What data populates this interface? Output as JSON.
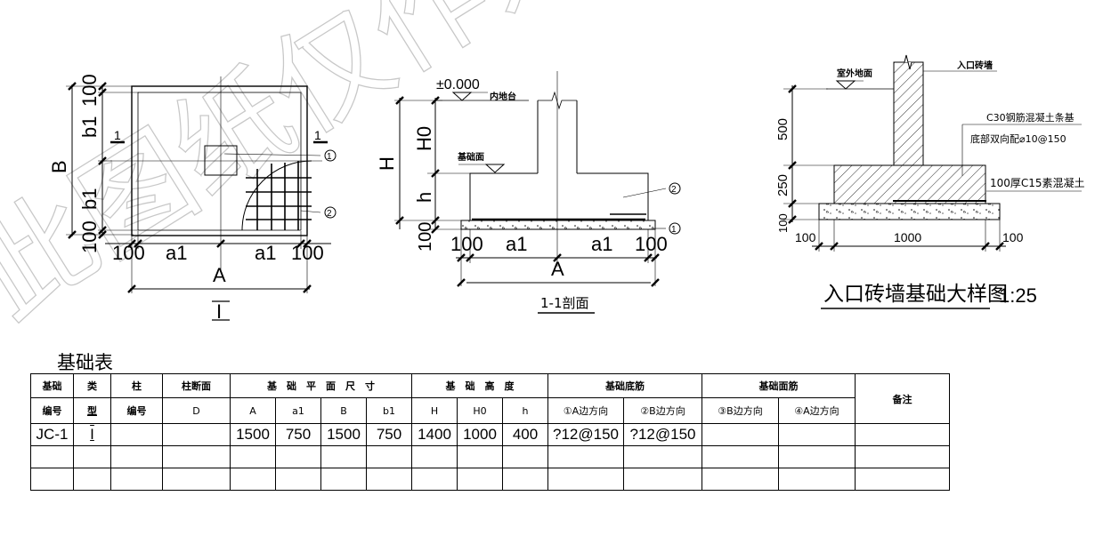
{
  "watermark": "此图纸仅作为",
  "plan": {
    "dim_top": "100",
    "dim_b1_top": "b1",
    "dim_B": "B",
    "dim_b1_bottom": "b1",
    "dim_bottom": "100",
    "section_left": "1",
    "section_right": "1",
    "marker_1": "1",
    "marker_2": "2",
    "dim_100_left": "100",
    "dim_a1_left": "a1",
    "dim_a1_right": "a1",
    "dim_100_right": "100",
    "dim_A": "A",
    "type_label": "I"
  },
  "section": {
    "elev": "±0.000",
    "ground_label": "内地台",
    "base_label": "基础面",
    "dim_H": "H",
    "dim_H0": "H0",
    "dim_h": "h",
    "dim_100": "100",
    "dim_100_left": "100",
    "dim_a1_left": "a1",
    "dim_a1_right": "a1",
    "dim_100_right": "100",
    "dim_A": "A",
    "marker_1": "1",
    "marker_2": "2",
    "title": "1-1剖面"
  },
  "detail": {
    "outdoor_label": "室外地面",
    "wall_label": "入口砖墙",
    "concrete_label": "C30钢筋混凝土条基",
    "rebar_label": "底部双向配⌀10@150",
    "cushion_label": "100厚C15素混凝土",
    "dim_500": "500",
    "dim_250": "250",
    "dim_100_v": "100",
    "dim_100_left": "100",
    "dim_1000": "1000",
    "dim_100_right": "100",
    "title": "入口砖墙基础大样图",
    "scale": "1:25"
  },
  "table": {
    "title": "基础表",
    "h1": {
      "id1": "基础",
      "type1": "类",
      "col1": "柱",
      "colsec": "柱断面",
      "plan": "基　础　平　面　尺　寸",
      "height": "基　础　高　度",
      "bottom": "基础底筋",
      "top": "基础面筋",
      "remark": "备注"
    },
    "h2": {
      "id2": "编号",
      "type2": "型",
      "col2": "编号",
      "colsec2": "D",
      "A": "A",
      "a1": "a1",
      "B": "B",
      "b1": "b1",
      "H": "H",
      "H0": "H0",
      "h": "h",
      "r1": "①A边方向",
      "r2": "②B边方向",
      "r3": "③B边方向",
      "r4": "④A边方向"
    },
    "row1": {
      "id": "JC-1",
      "type": "I",
      "col": "",
      "colsec": "",
      "A": "1500",
      "a1": "750",
      "B": "1500",
      "b1": "750",
      "H": "1400",
      "H0": "1000",
      "h": "400",
      "r1": "?12@150",
      "r2": "?12@150",
      "r3": "",
      "r4": "",
      "remark": ""
    }
  }
}
